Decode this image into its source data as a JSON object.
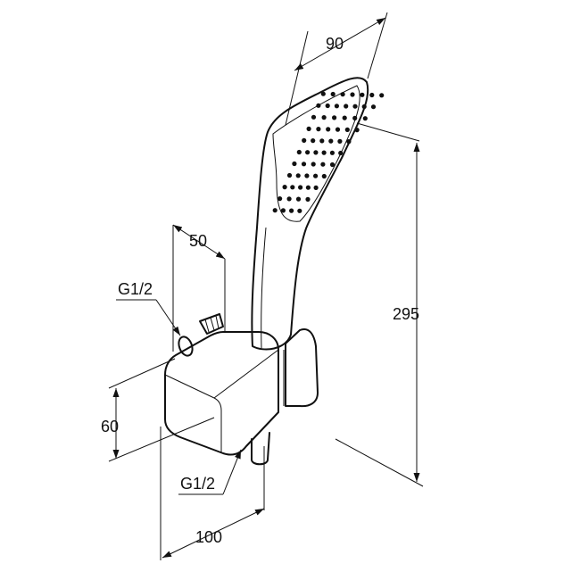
{
  "drawing": {
    "dimensions": {
      "width_head": "90",
      "height_total": "295",
      "depth_bracket": "50",
      "height_bracket": "60",
      "width_base": "100"
    },
    "thread_labels": {
      "upper": "G1/2",
      "lower": "G1/2"
    },
    "line_color": "#111111",
    "background": "#ffffff"
  }
}
